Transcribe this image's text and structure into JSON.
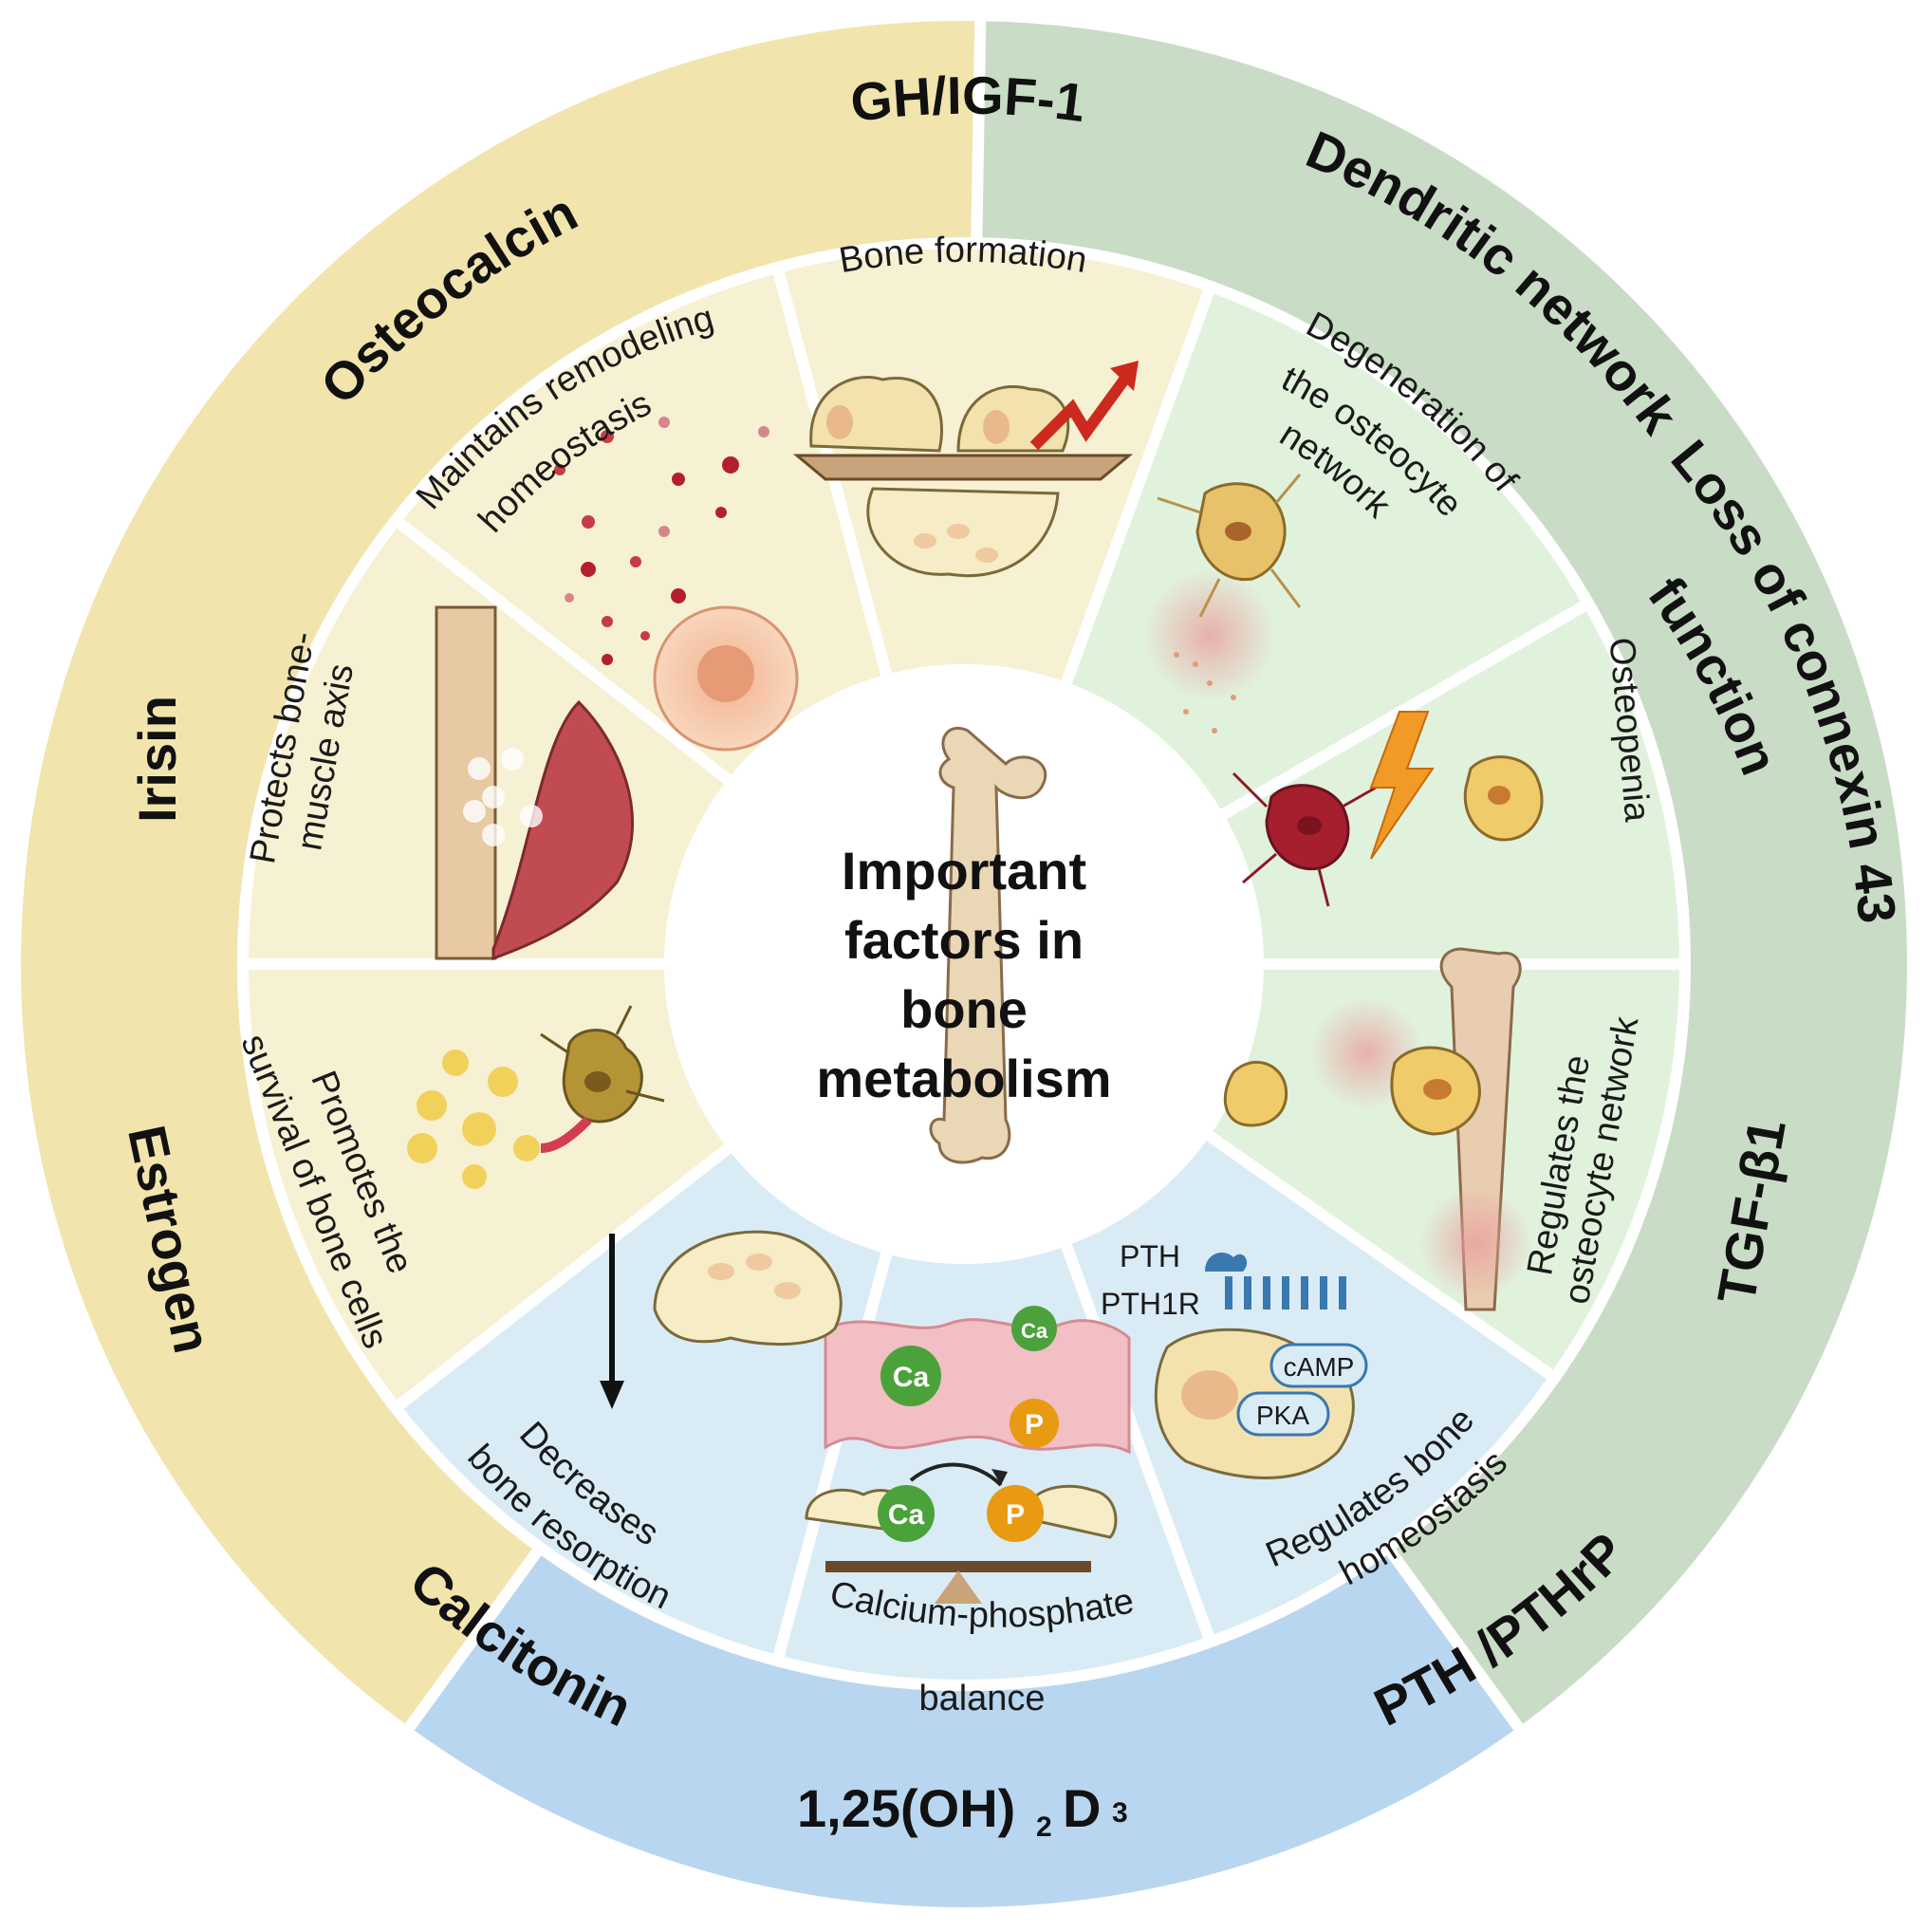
{
  "center": {
    "title_lines": [
      "Important",
      "factors in",
      "bone",
      "metabolism"
    ]
  },
  "colors": {
    "yellow_ring": "#f1e4ad",
    "yellow_inner": "#f7f1d3",
    "green_ring": "#c9dcc6",
    "green_inner": "#e1f2dc",
    "blue_ring": "#b9d6f0",
    "blue_inner": "#d9ecf6"
  },
  "outer_ring": {
    "yellow_labels": [
      "GH/IGF-1",
      "Osteocalcin",
      "Irisin",
      "Estrogen"
    ],
    "green_labels": [
      "Dendritic network",
      "Loss of connexin 43",
      "function",
      "TGF-β1"
    ],
    "blue_labels": [
      "Calcitonin",
      "1,25(OH)",
      "2",
      "D",
      "3",
      "PTH /PTHrP"
    ]
  },
  "inner_ring": {
    "bone_formation": [
      "Bone formation"
    ],
    "remodeling": [
      "Maintains remodeling",
      "homeostasis"
    ],
    "bone_muscle": [
      "Protects bone-",
      "muscle axis"
    ],
    "survival": [
      "Promotes the",
      "survival of bone cells"
    ],
    "degeneration": [
      "Degeneration of",
      "the osteocyte",
      "network"
    ],
    "osteopenia": [
      "Osteopenia"
    ],
    "regulates_network": [
      "Regulates the",
      "osteocyte network"
    ],
    "regulates_homeostasis": [
      "Regulates bone",
      "homeostasis"
    ],
    "ca_p_balance": [
      "Calcium-phosphate",
      "balance"
    ],
    "resorption": [
      "Decreases",
      "bone resorption"
    ]
  },
  "pth_panel": {
    "pth": "PTH",
    "pth1r": "PTH1R",
    "camp": "cAMP",
    "pka": "PKA"
  },
  "chem_labels": {
    "ca": "Ca",
    "p": "P"
  }
}
